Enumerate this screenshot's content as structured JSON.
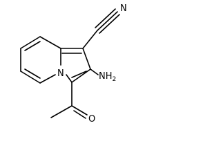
{
  "labels": {
    "nitrile_n": "N",
    "ring_n": "N",
    "amino_main": "NH",
    "amino_sub": "2",
    "carbonyl_o": "O"
  }
}
